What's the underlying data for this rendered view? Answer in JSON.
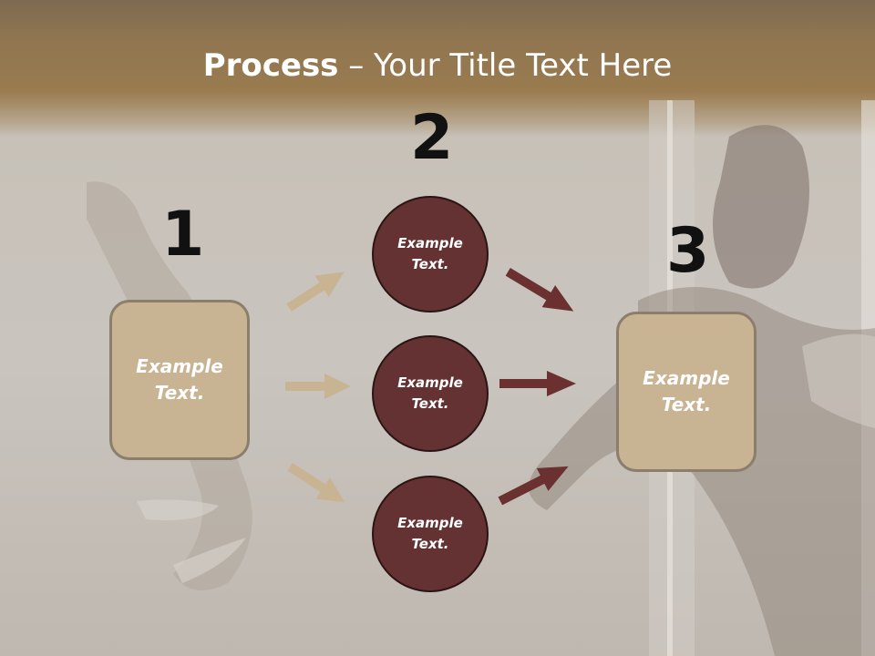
{
  "slide": {
    "title_bold": "Process",
    "title_rest": " – Your Title Text Here",
    "steps": {
      "one": "1",
      "two": "2",
      "three": "3"
    },
    "left_box": {
      "line1": "Example",
      "line2": "Text."
    },
    "circles": [
      {
        "line1": "Example",
        "line2": "Text."
      },
      {
        "line1": "Example",
        "line2": "Text."
      },
      {
        "line1": "Example",
        "line2": "Text."
      }
    ],
    "right_box": {
      "line1": "Example",
      "line2": "Text."
    },
    "colors": {
      "header": "#9a7b4f",
      "box_fill": "#c8b393",
      "circle_fill": "#643232",
      "light_arrow": "#c8b393",
      "dark_arrow": "#6b3030"
    }
  }
}
